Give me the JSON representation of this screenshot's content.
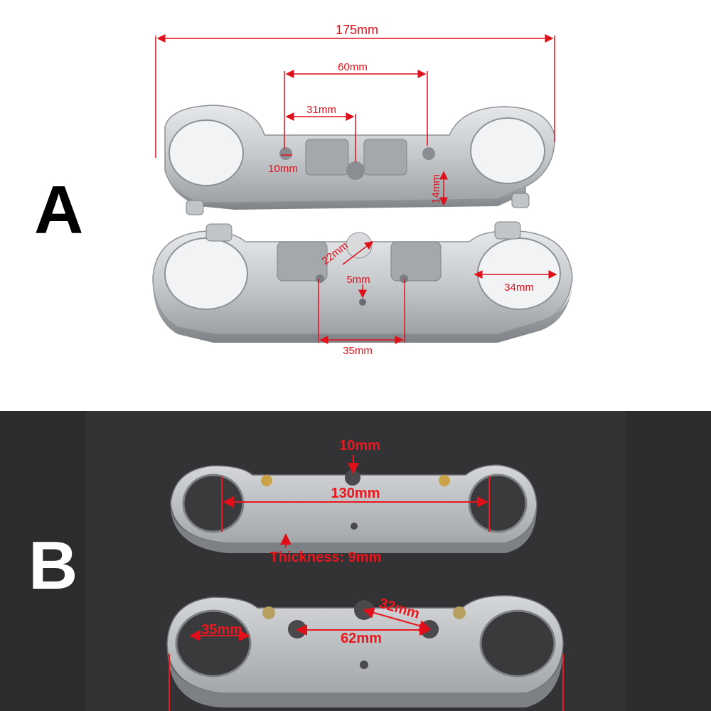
{
  "panels": {
    "a": {
      "letter": "A"
    },
    "b": {
      "letter": "B"
    }
  },
  "dimensions_a": {
    "overall": "175mm",
    "bolt_span": "60mm",
    "center_offset": "31mm",
    "small_hole": "10mm",
    "thickness": "14mm",
    "stem_hole": "22mm",
    "pin_hole": "5mm",
    "tube_clamp": "34mm",
    "lower_span": "35mm"
  },
  "dimensions_b": {
    "center_hole": "10mm",
    "tube_center": "130mm",
    "thickness": "Thickness: 9mm",
    "tube_clamp": "35mm",
    "lower_span": "62mm",
    "stem_hole": "32mm"
  },
  "colors": {
    "annotation": "#e0101a",
    "background_b": "#2c2c2e",
    "metal": "#c9ccd0"
  }
}
